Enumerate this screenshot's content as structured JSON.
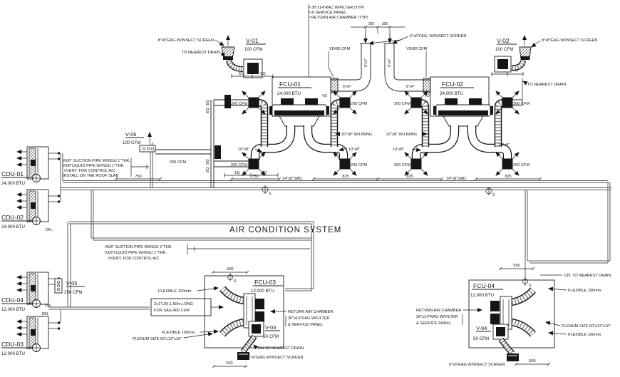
{
  "title": "AIR CONDITION SYSTEM",
  "equipment": {
    "fcu1": {
      "tag": "FCU-01",
      "capacity": "24,000 BTU"
    },
    "fcu2": {
      "tag": "FCU-02",
      "capacity": "24,000 BTU"
    },
    "fcu3": {
      "tag": "FCU-03",
      "capacity": "12,000 BTU"
    },
    "fcu4": {
      "tag": "FCU-04",
      "capacity": "12,000 BTU"
    },
    "cdu1": {
      "tag": "CDU-01",
      "capacity": "24,000 BTU"
    },
    "cdu2": {
      "tag": "CDU-02",
      "capacity": "24,000 BTU"
    },
    "cdu3": {
      "tag": "CDU-03",
      "capacity": "12,000 BTU"
    },
    "cdu4": {
      "tag": "CDU-04",
      "capacity": "12,000 BTU"
    },
    "v1": {
      "tag": "V-01",
      "flow": "100 CFM"
    },
    "v2": {
      "tag": "V-02",
      "flow": "100 CFM"
    },
    "v3": {
      "tag": "V-03",
      "flow": "50 CFM"
    },
    "v4": {
      "tag": "V-04",
      "flow": "50 CFM"
    },
    "v5": {
      "tag": "V-05",
      "flow": "250 CFM"
    },
    "v6": {
      "tag": "V-06",
      "flow": "100 CFM"
    }
  },
  "ducts": {
    "size_8x4": "8\"x4\"",
    "size_10x8": "10\"x8\"",
    "size_20x8_lining": "20\"x8\" W/LINING",
    "size_14x8_sad": "14\"x8\"SAD.",
    "cfm_200": "200 CFM"
  },
  "callouts": {
    "rac_filter_typ": "36\"x14\"RAC W/FILTER (TYP)",
    "service_panel_typ": "& SERVICE PANEL",
    "return_air_chamber_typ": "RETURN AIR CHAMBER (TYP)",
    "eag_8x8": "8\"x8\"EAG W/INSECT SCREEN",
    "fag_6x6": "6\"x6\"FAG. W/INSECT SCREEN",
    "eag_6x6": "6\"x6\"EAG W/INSECT SCREEN",
    "vd_60_cfm": "VD/60 CFM",
    "vd": "VD",
    "to_nearest_drain": "TO NEAREST DRAIN",
    "dn_to_nearest_drain": "DN. TO NEAREST DRAIN",
    "dn_to_nearest_drain_tight": "DN.TO NEAREST DRAIN",
    "dn": "DN.",
    "flexible_100mm": "FLEXIBLE 100mm.",
    "plenum_size": "PLENUM SIZE 60\"x12\"x10\"",
    "sag_line1": "2x1\"L90,1.50m.LONG",
    "sag_line2": "FOR SAG 400 CFM",
    "rac_line1": "RETURN AIR CHAMBER",
    "rac_line2": "36\"x14\"RAG W/FILTER",
    "rac_line3": "& SERVICE PANEL"
  },
  "notes": {
    "roof": [
      "#5/8\" SUCTION PIPE W/INSU 1\"THK.",
      "#3/8\"LIQUID PIPE W/INSU 1\"THK.",
      "#VENT. FOR CONTROL A/C",
      "INSTALL ON THE ROOF SLAB"
    ],
    "mid": [
      "#5/8\" SUCTION PIPE W/INSU 1\"THK.",
      "#3/8\"LIQUID PIPE W/INSU 1\"THK.",
      "#VENT. FOR CONTROL A/C"
    ]
  },
  "dimensions": {
    "d305": "305",
    "d750": "750",
    "d825": "825",
    "d550": "550",
    "d500": "500",
    "eq": "EQ"
  },
  "symbols": {
    "section": "S"
  }
}
